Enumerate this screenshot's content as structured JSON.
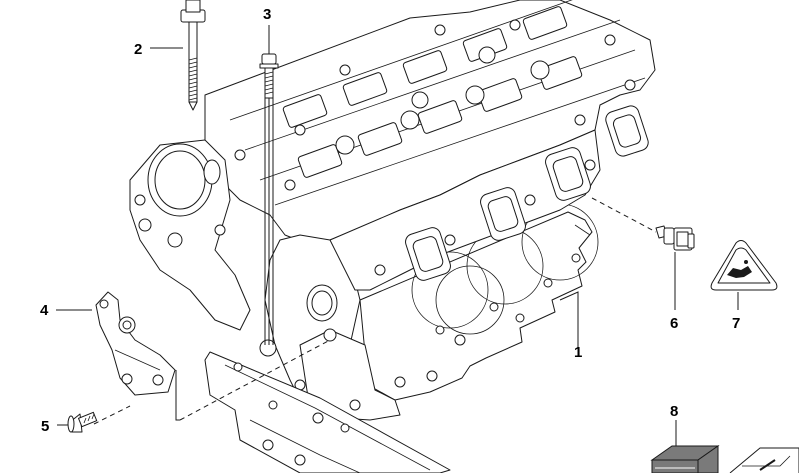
{
  "callouts": [
    {
      "id": "1",
      "label": "1"
    },
    {
      "id": "2",
      "label": "2"
    },
    {
      "id": "3",
      "label": "3"
    },
    {
      "id": "4",
      "label": "4"
    },
    {
      "id": "5",
      "label": "5"
    },
    {
      "id": "6",
      "label": "6"
    },
    {
      "id": "7",
      "label": "7"
    },
    {
      "id": "8",
      "label": "8"
    }
  ],
  "parts": {
    "1": "cylinder-head-gasket",
    "2": "cylinder-head-bolt",
    "3": "flange-bolt",
    "4": "bracket",
    "5": "countersunk-screw",
    "6": "temperature-sensor",
    "7": "warning-label",
    "8": "repair-kit-box"
  },
  "colors": {
    "line": "#1a1a1a",
    "background": "#ffffff",
    "box_fill": "#7a7a7a"
  }
}
